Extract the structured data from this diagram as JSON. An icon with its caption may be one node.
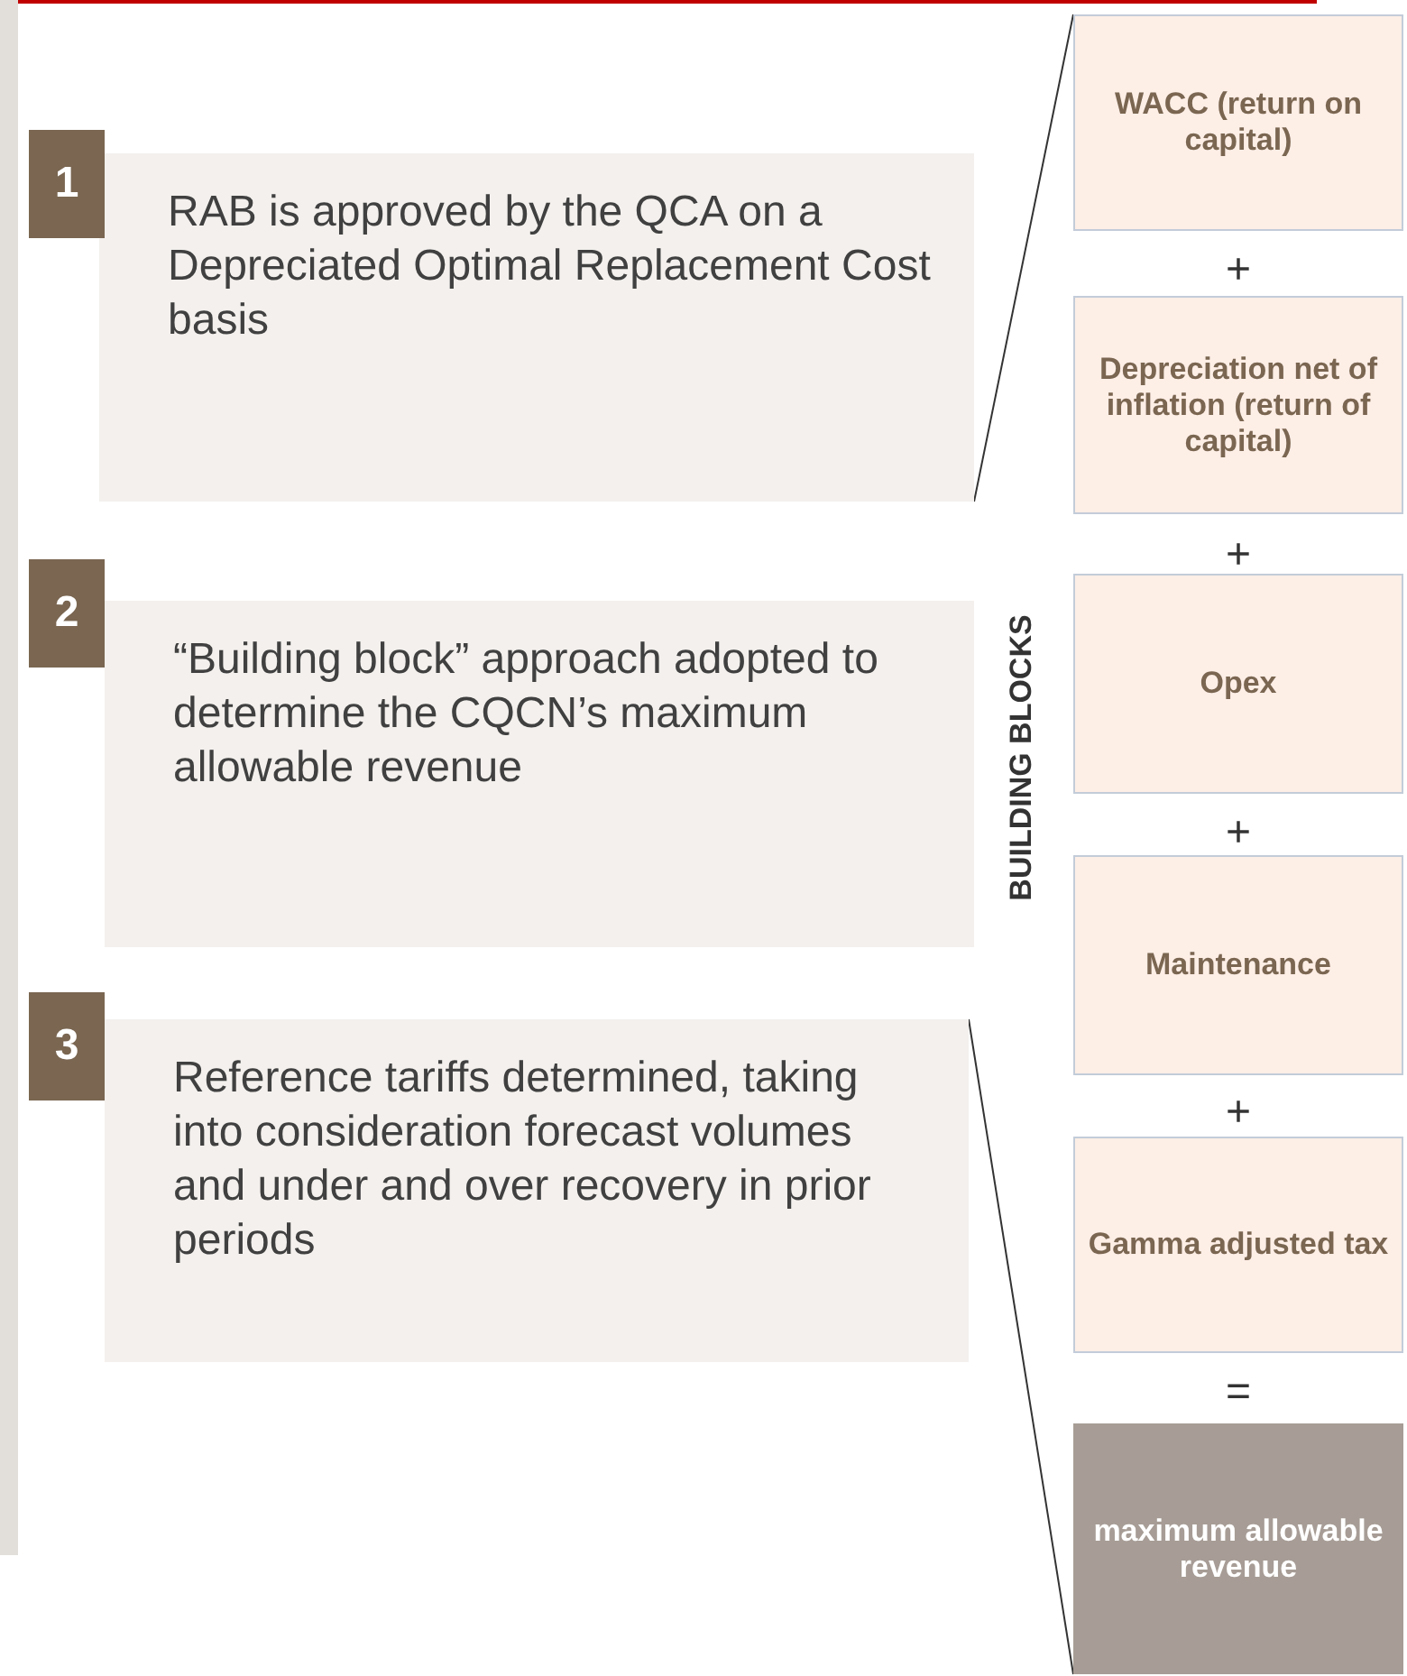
{
  "diagram": {
    "nodes": [
      {
        "text": [
          "RAB is approved by the QCA on a Depreciated Optimal Replacement Cost basis"
        ]
      },
      {
        "text": [
          "“Building block” approach adopted to determine the CQCN’s maximum allowable revenue"
        ]
      },
      {
        "text": [
          "Reference tariffs determined, taking into consideration forecast volumes and under and over recovery in prior periods"
        ]
      },
      {
        "text": [
          "WACC (return on capital)"
        ]
      },
      {
        "text": [
          "Depreciation net of inflation (return of capital)"
        ]
      },
      {
        "text": [
          "Opex"
        ]
      },
      {
        "text": [
          "Maintenance"
        ]
      },
      {
        "text": [
          "Gamma adjusted tax"
        ]
      },
      {
        "text": [
          "maximum allowable revenue"
        ]
      }
    ],
    "edges": [
      {
        "from": 0,
        "to": 3,
        "arrow": "none"
      },
      {
        "from": 2,
        "to": 8,
        "arrow": "none"
      }
    ],
    "labels": [
      "1",
      "2",
      "3",
      "+",
      "+",
      "BUILDING BLOCKS",
      "+",
      "+",
      "="
    ]
  }
}
